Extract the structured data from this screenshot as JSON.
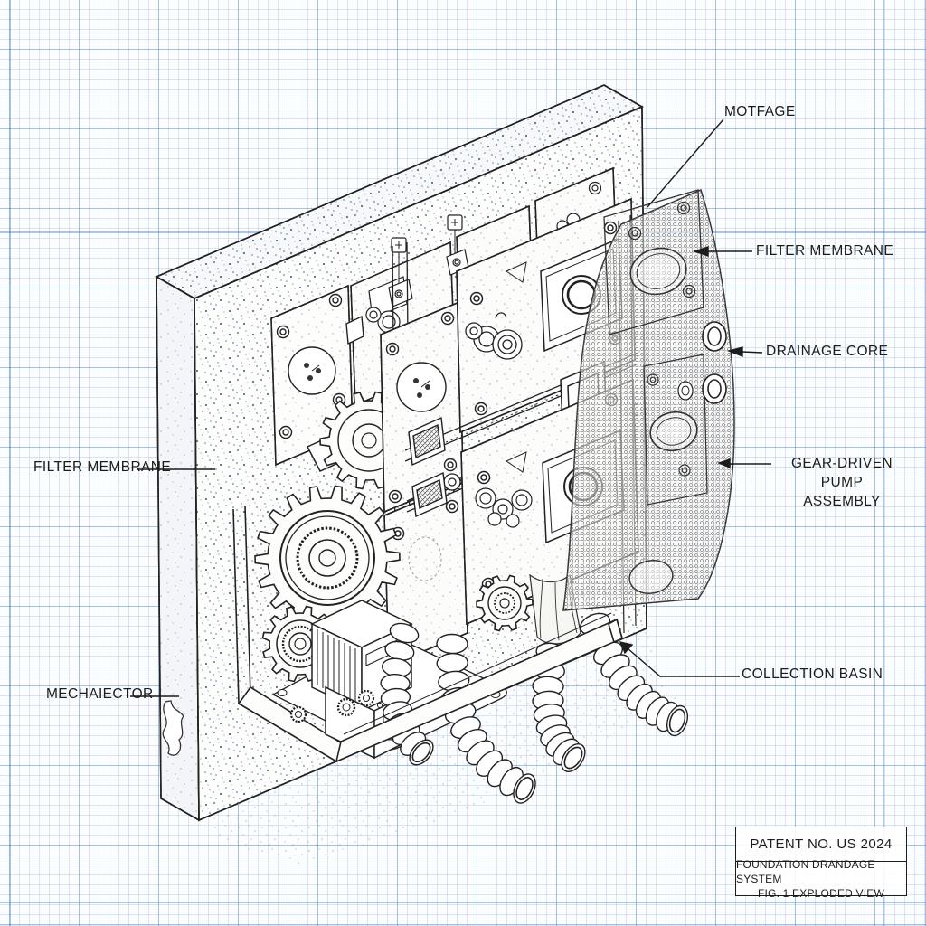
{
  "drawing": {
    "labels": {
      "motfage": "MOTFAGE",
      "filter_membrane_right": "FILTER MEMBRANE",
      "drainage_core": "DRAINAGE CORE",
      "gear_pump_line1": "GEAR-DRIVEN PUMP",
      "gear_pump_line2": "ASSEMBLY",
      "collection_basin": "COLLECTION BASIN",
      "filter_membrane_left": "FILTER MEMBRANE",
      "mechaiector": "MECHAIECTOR"
    },
    "title_block": {
      "patent_no": "PATENT NO. US 2024",
      "title": "FOUNDATION DRANDAGE SYSTEM",
      "figure": "FIG. 1 EXPLODED VIEW"
    },
    "components": [
      "foundation-wall",
      "mounting-plates",
      "gear-train",
      "pump-motor",
      "collection-basin",
      "drainage-pipes",
      "filter-membrane-sheet",
      "drainage-core-panels",
      "port-plates"
    ],
    "colors": {
      "ink": "#222222",
      "grid_fine": "#7da5d2",
      "grid_major": "#4678b4",
      "stipple": "#5a6f96",
      "mesh": "#6f6f6f",
      "paper": "#fcfdfe"
    }
  }
}
